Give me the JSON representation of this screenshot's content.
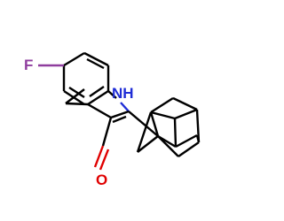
{
  "molecule": {
    "labels": {
      "fluorine": "F",
      "nitrogen_h": "NH",
      "oxygen": "O"
    },
    "colors": {
      "bond": "#000000",
      "fluorine": "#8f3d9e",
      "nitrogen": "#1f2dd6",
      "oxygen": "#e00000",
      "background": "#ffffff"
    }
  }
}
